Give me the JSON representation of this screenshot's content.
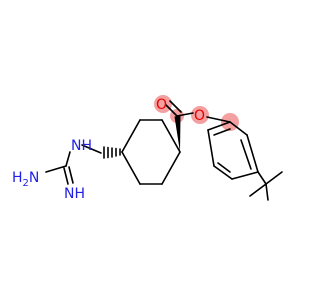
{
  "molecule": {
    "atoms": {
      "carbonyl_oxygen": "O",
      "ester_oxygen": "O",
      "amine_nitrogen": "NH",
      "imine_nitrogen": "NH",
      "amino_group_h": "H",
      "amino_group_subscript": "2",
      "amino_group_n": "N"
    },
    "colors": {
      "bond": "#000000",
      "nitrogen": "#1f1fe6",
      "oxygen": "#e60000",
      "highlight": "#f4a0a0"
    }
  }
}
